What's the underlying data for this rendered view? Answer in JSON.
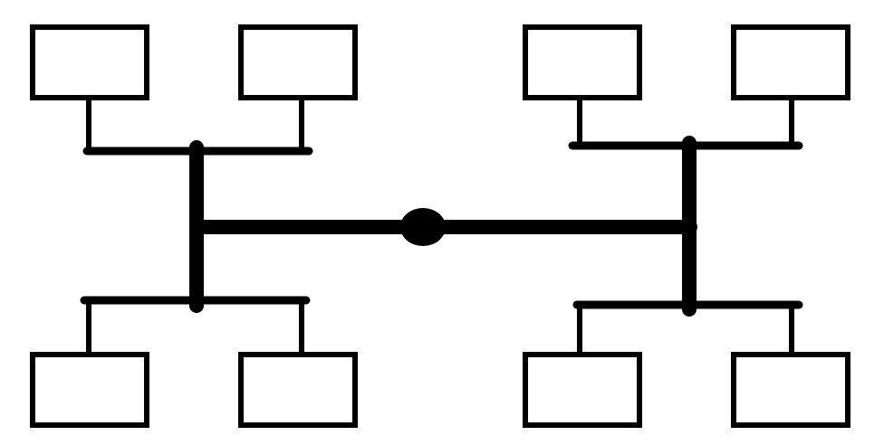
{
  "diagram": {
    "type": "hierarchical bus topology",
    "line_color": "#000000",
    "box_fill": "#ffffff",
    "hub": {
      "shape": "ellipse",
      "fill": "#000000"
    },
    "groups": [
      {
        "side": "left",
        "vertical_backbone": true,
        "branches": [
          {
            "position": "top",
            "nodes": 2
          },
          {
            "position": "bottom",
            "nodes": 2
          }
        ]
      },
      {
        "side": "right",
        "vertical_backbone": true,
        "branches": [
          {
            "position": "top",
            "nodes": 2
          },
          {
            "position": "bottom",
            "nodes": 2
          }
        ]
      }
    ],
    "node_shape": "rectangle",
    "node_count": 8
  }
}
